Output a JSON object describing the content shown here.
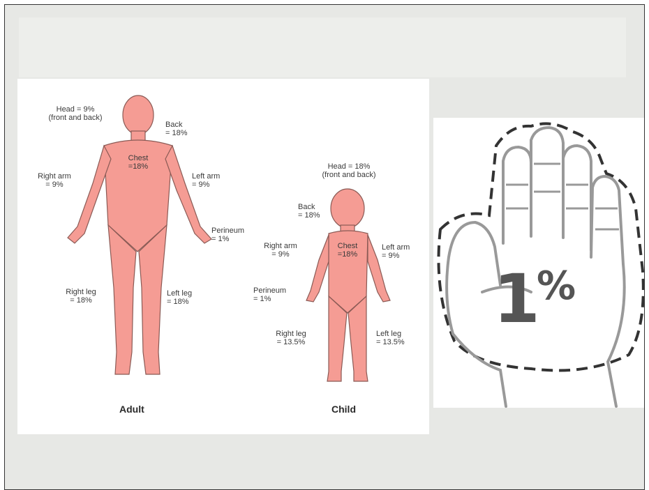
{
  "adult": {
    "head": "Head = 9%\n(front and back)",
    "back": "Back\n= 18%",
    "chest": "Chest\n=18%",
    "right_arm": "Right arm\n= 9%",
    "left_arm": "Left arm\n= 9%",
    "perineum": "Perineum\n= 1%",
    "right_leg": "Right leg\n= 18%",
    "left_leg": "Left leg\n= 18%",
    "caption": "Adult"
  },
  "child": {
    "head": "Head = 18%\n(front and back)",
    "back": "Back\n= 18%",
    "chest": "Chest\n=18%",
    "right_arm": "Right arm\n= 9%",
    "left_arm": "Left arm\n= 9%",
    "perineum": "Perineum\n= 1%",
    "right_leg": "Right leg\n= 13.5%",
    "left_leg": "Left leg\n= 13.5%",
    "caption": "Child"
  },
  "hand": {
    "number": "1",
    "symbol": "%"
  },
  "colors": {
    "body_fill": "#f59c94",
    "body_stroke": "#8a5a55",
    "hand_line": "#999999",
    "dash": "#333333",
    "slide_bg": "#e7e8e5"
  }
}
